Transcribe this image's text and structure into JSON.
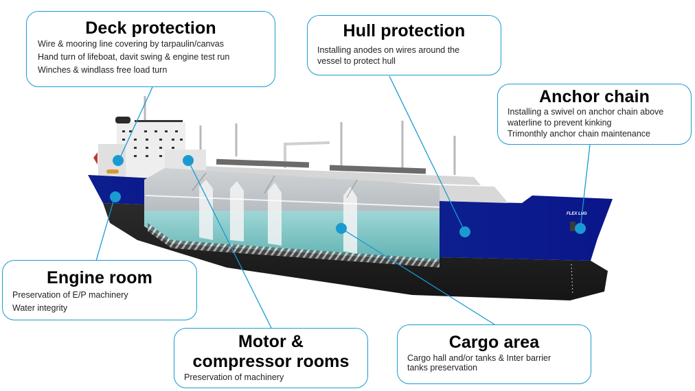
{
  "diagram": {
    "subject": "LNG carrier cut-away with lay-up preservation areas",
    "vessel_name_on_hull": "FLEX LNG",
    "accent_color": "#1a9ad1",
    "hull_blue": "#0c1a8a",
    "hull_black": "#222222",
    "tank_teal": "#7fc3c3"
  },
  "callouts": {
    "deck": {
      "title": "Deck protection",
      "lines": [
        "Wire & mooring line covering by tarpaulin/canvas",
        "Hand turn of lifeboat, davit swing & engine test run",
        "Winches & windlass free load turn"
      ]
    },
    "hull": {
      "title": "Hull protection",
      "lines": [
        "Installing anodes on wires around the",
        "vessel to protect hull"
      ]
    },
    "anchor": {
      "title": "Anchor chain",
      "lines": [
        "Installing a swivel on anchor chain above",
        "waterline to prevent kinking",
        "Trimonthly anchor chain maintenance"
      ]
    },
    "engine": {
      "title": "Engine room",
      "lines": [
        "Preservation of E/P machinery",
        "Water integrity"
      ]
    },
    "motor": {
      "title_line1": "Motor &",
      "title_line2": "compressor rooms",
      "lines": [
        "Preservation of machinery"
      ]
    },
    "cargo": {
      "title": "Cargo area",
      "lines": [
        "Cargo hall and/or tanks & Inter barrier",
        "tanks preservation"
      ]
    }
  }
}
